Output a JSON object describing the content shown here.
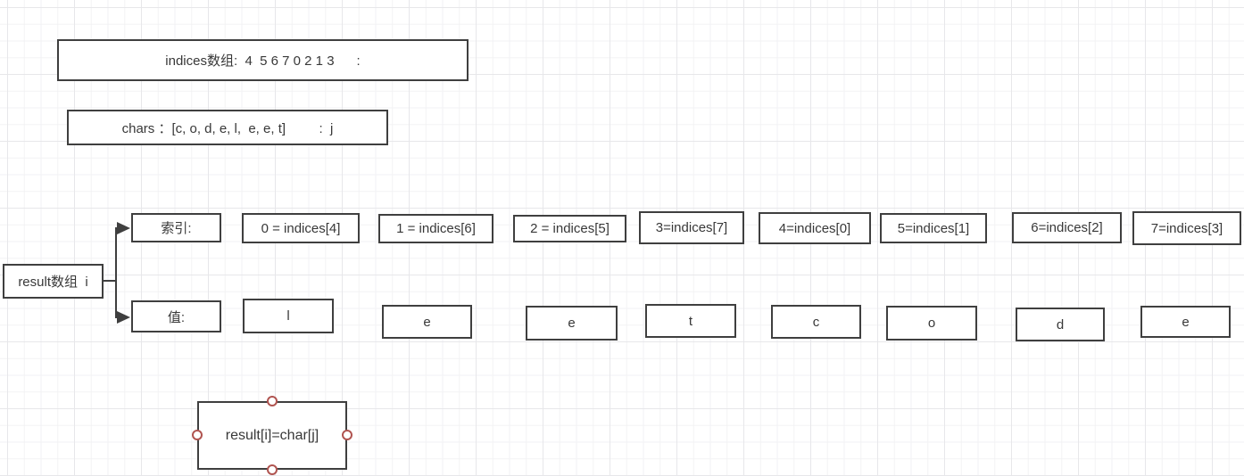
{
  "colors": {
    "border": "#3f3f3f",
    "text": "#383838",
    "handle_stroke": "#b05450",
    "grid_minor": "#f2f2f4",
    "grid_major": "#e7e7ea"
  },
  "boxes": {
    "indices": "indices数组:  4  5 6 7 0 2 1 3      :",
    "chars": "chars ：[c, o, d, e, l,  e, e, t]         :  j",
    "result": "result数组  i",
    "index_label": "索引:",
    "value_label": "值:",
    "formula": "result[i]=char[j]"
  },
  "index_cells": [
    "0 = indices[4]",
    "1 = indices[6]",
    "2 = indices[5]",
    "3=indices[7]",
    "4=indices[0]",
    "5=indices[1]",
    "6=indices[2]",
    "7=indices[3]"
  ],
  "value_cells": [
    "l",
    "e",
    "e",
    "t",
    "c",
    "o",
    "d",
    "e"
  ]
}
